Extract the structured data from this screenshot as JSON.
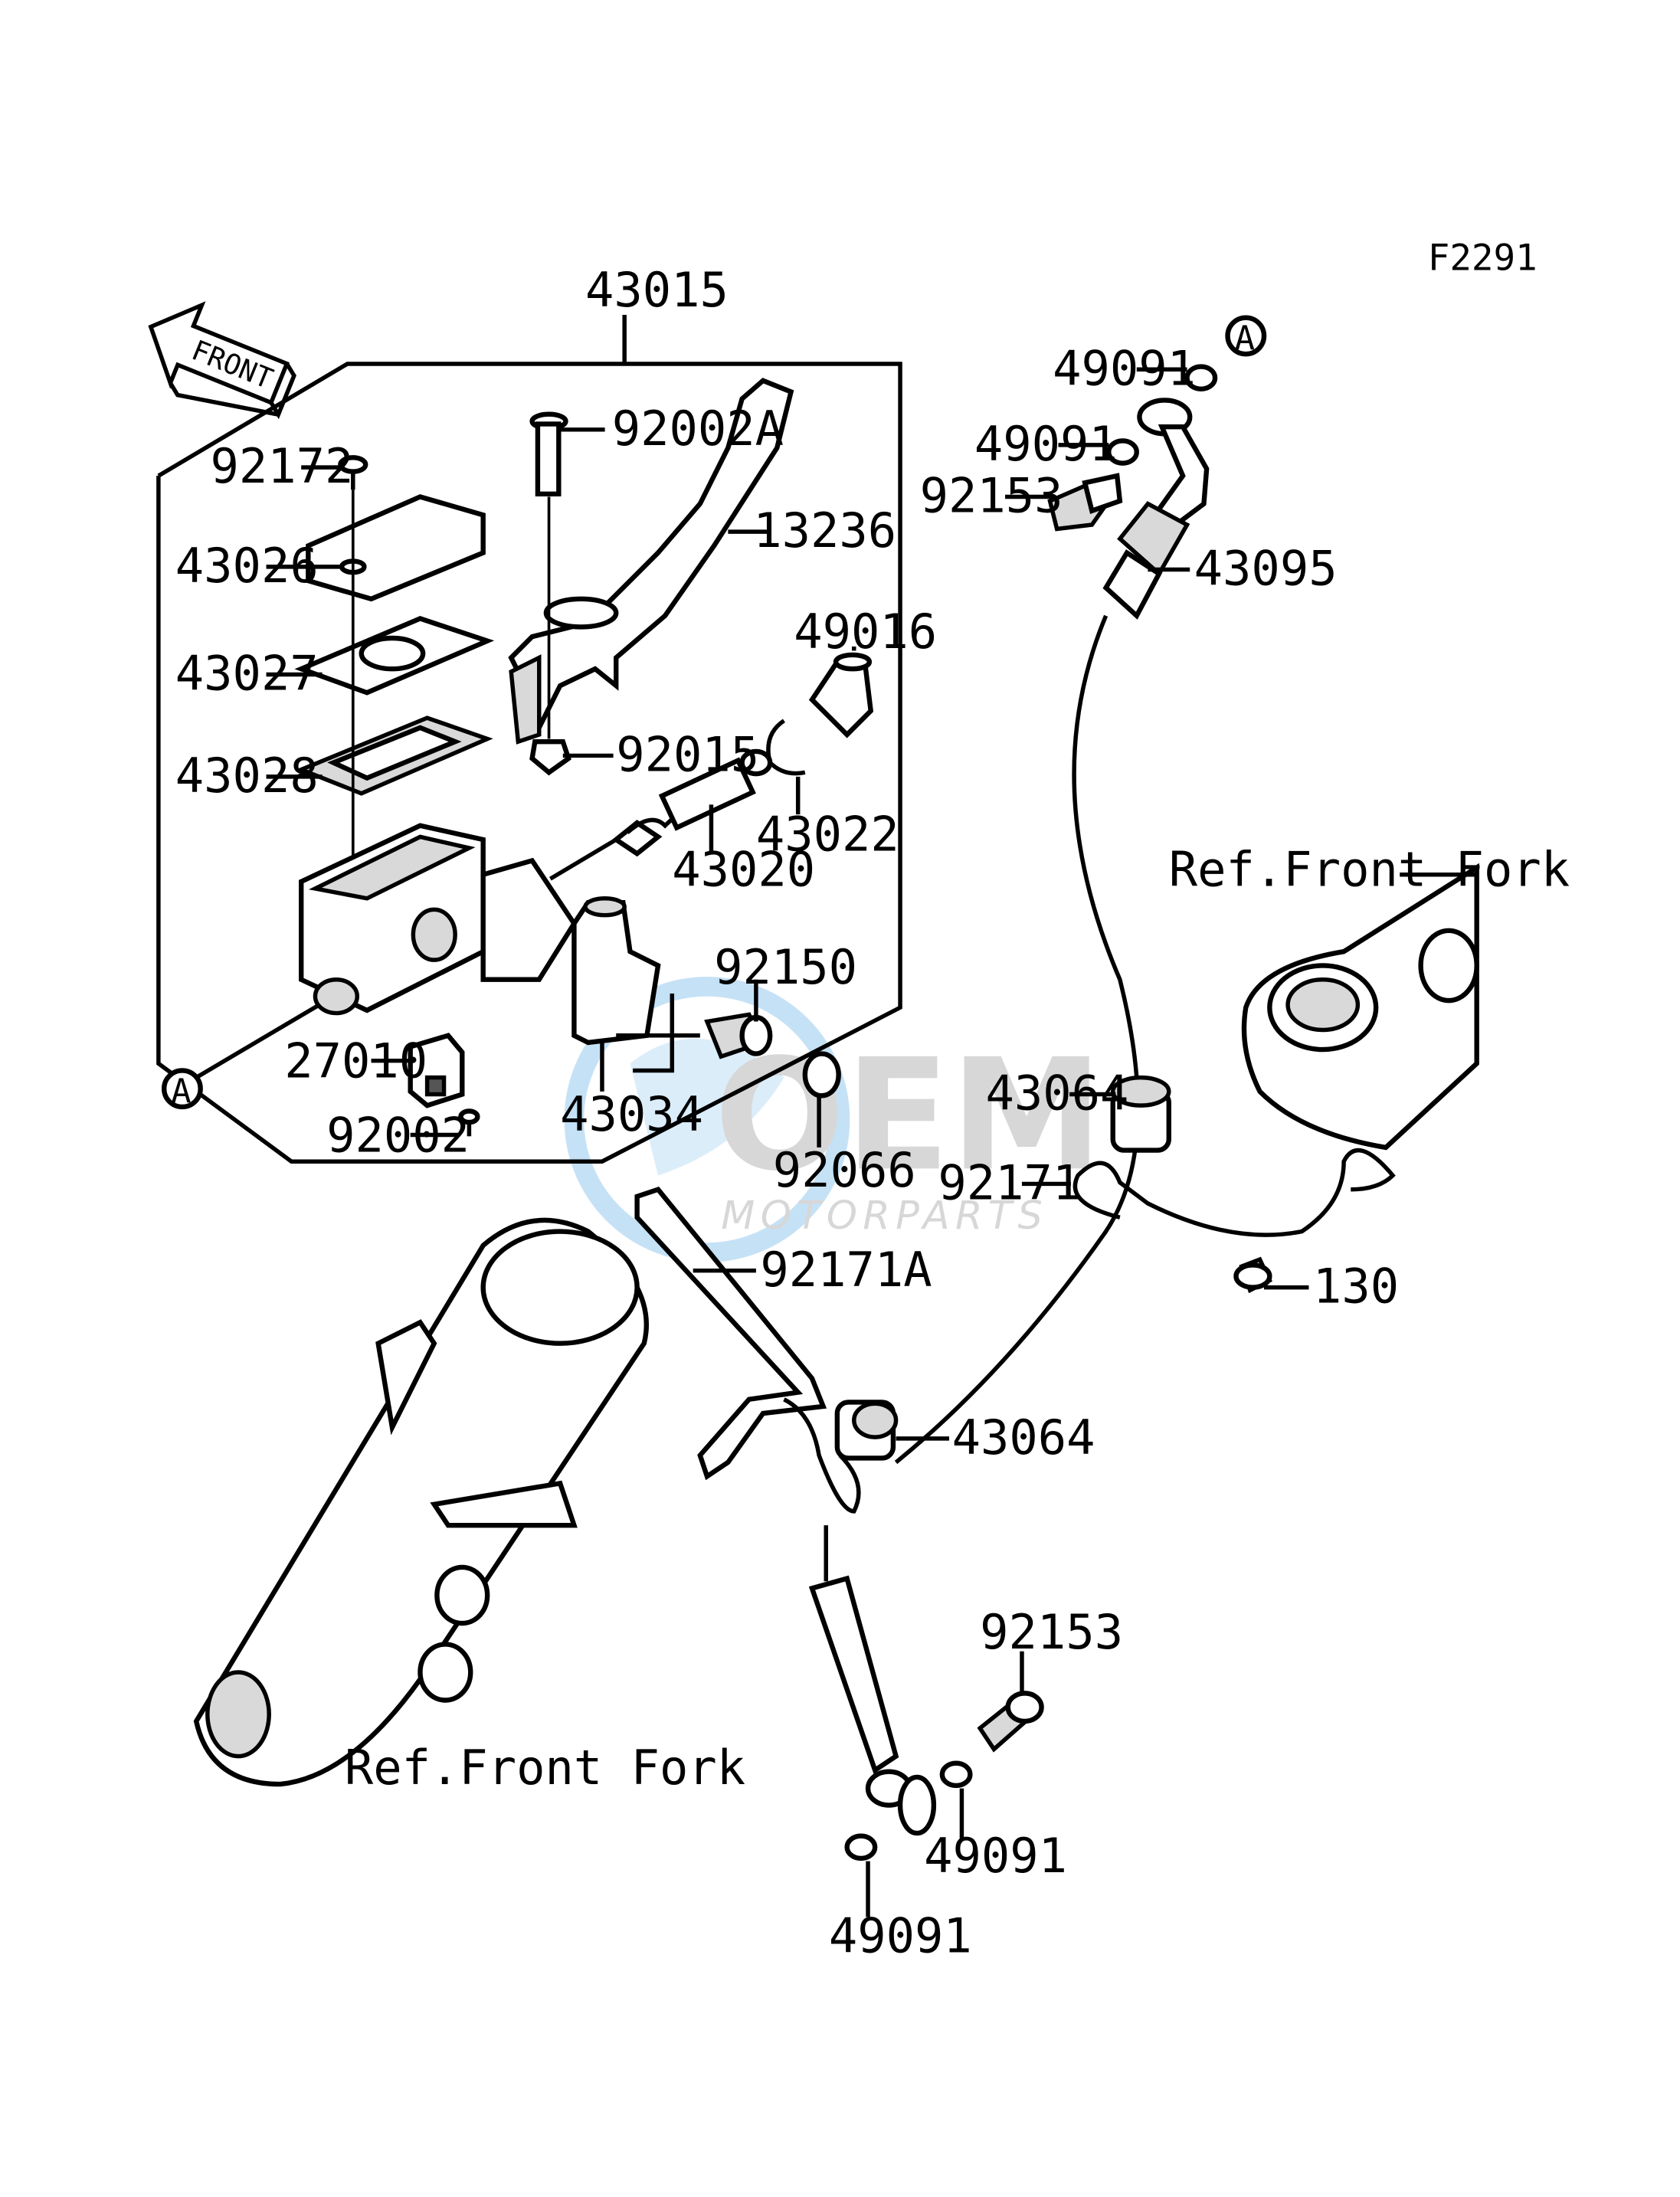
{
  "diagram": {
    "figure_code": "F2291",
    "front_label": "FRONT",
    "ref_a": "A",
    "ref_front_fork": "Ref.Front Fork",
    "watermark": {
      "brand": "OEM",
      "sub": "MOTORPARTS"
    }
  },
  "part_labels": [
    "43015",
    "92002A",
    "92172",
    "13236",
    "43026",
    "43027",
    "49016",
    "43028",
    "92015",
    "43022",
    "43020",
    "92150",
    "27010",
    "43034",
    "92002",
    "92066",
    "49091",
    "49091",
    "92153",
    "43095",
    "43064",
    "92171",
    "92171A",
    "130",
    "43064",
    "92153",
    "49091",
    "49091"
  ],
  "colors": {
    "ink": "#000000",
    "watermark_blue": "#5aa9e6",
    "watermark_grey": "#8c8c8c"
  }
}
